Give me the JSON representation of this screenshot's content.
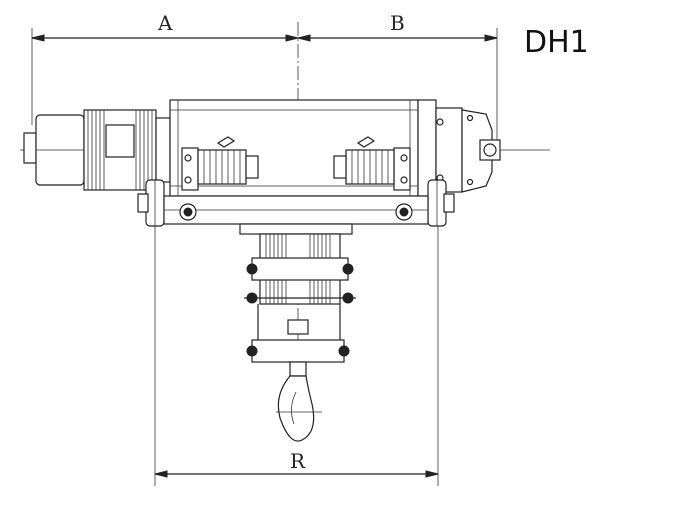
{
  "model_label": "DH1",
  "dimensions": {
    "a": "A",
    "b": "B",
    "r": "R"
  },
  "colors": {
    "line": "#222222",
    "background": "#ffffff"
  }
}
